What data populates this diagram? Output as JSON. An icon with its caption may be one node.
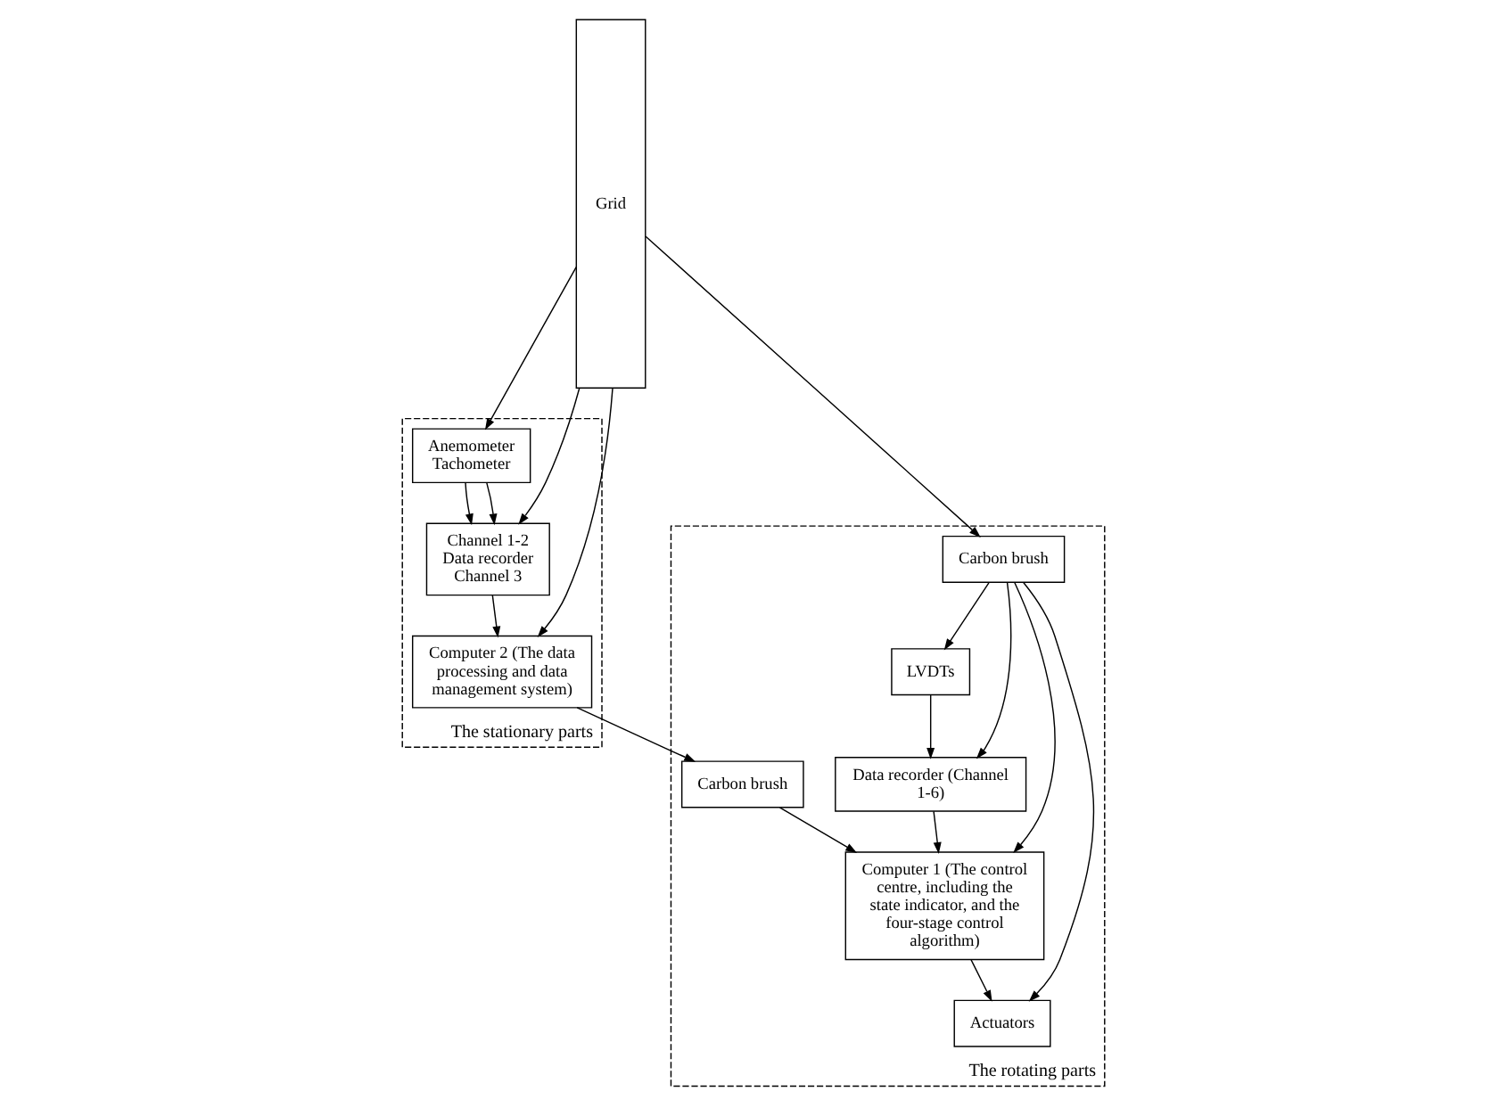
{
  "diagram": {
    "nodes": [
      {
        "text": [
          "The rotating parts"
        ]
      },
      {
        "text": [
          "Carbon brush"
        ],
        "in": 0
      },
      {
        "text": [
          "LVDTs"
        ],
        "in": 0
      },
      {
        "text": [
          "Data recorder (Channel 1-6)"
        ],
        "in": 0
      },
      {
        "text": [
          "Computer 1 (The control centre, including the state indicator, and the four-stage control algorithm)"
        ],
        "in": 0
      },
      {
        "text": [
          "Actuators"
        ],
        "in": 0
      },
      {
        "text": [
          "Carbon brush"
        ],
        "in": 0
      },
      {
        "text": [
          "The stationary parts"
        ]
      },
      {
        "text": [
          "Anemometer",
          "Tachometer"
        ],
        "in": 7
      },
      {
        "text": [
          "Channel 1-2",
          "Data recorder",
          "Channel 3"
        ],
        "in": 7
      },
      {
        "text": [
          "Computer 2 (The data processing and data management system)"
        ],
        "in": 7
      },
      {
        "text": [
          "Grid"
        ]
      }
    ],
    "edges": [
      {
        "from": 11,
        "to": 1,
        "arrow": "to"
      },
      {
        "from": 1,
        "to": 2,
        "arrow": "to"
      },
      {
        "from": 1,
        "to": 3,
        "arrow": "to"
      },
      {
        "from": 1,
        "to": 4,
        "arrow": "to"
      },
      {
        "from": 1,
        "to": 5,
        "arrow": "to"
      },
      {
        "from": 2,
        "to": 3,
        "arrow": "to"
      },
      {
        "from": 3,
        "to": 4,
        "arrow": "to"
      },
      {
        "from": 4,
        "to": 5,
        "arrow": "to"
      },
      {
        "from": 6,
        "to": 4,
        "arrow": "to"
      },
      {
        "from": 10,
        "to": 6,
        "arrow": "to"
      },
      {
        "from": 8,
        "to": 9,
        "arrow": "to"
      },
      {
        "from": 8,
        "to": 9,
        "arrow": "to"
      },
      {
        "from": 9,
        "to": 10,
        "arrow": "to"
      },
      {
        "from": 11,
        "to": 8,
        "arrow": "to"
      },
      {
        "from": 11,
        "to": 9,
        "arrow": "to"
      },
      {
        "from": 11,
        "to": 10,
        "arrow": "to"
      }
    ]
  }
}
